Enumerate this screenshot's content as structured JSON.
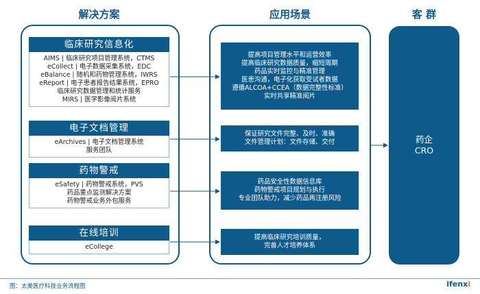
{
  "columns": {
    "solutions": "解决方案",
    "applications": "应用场景",
    "customers": "客 群"
  },
  "solutions": [
    {
      "title": "临床研究信息化",
      "lines": [
        "AIMS | 临床研究项目管理系统，CTMS",
        "eCollect | 电子数据采集系统，EDC",
        "eBalance | 随机和药物管理系统，IWRS",
        "eReport | 电子患者报告结果系统，EPRO",
        "临床研究数据管理和统计服务",
        "MIRS | 医学影像阅片系统"
      ]
    },
    {
      "title": "电子文档管理",
      "lines": [
        "eArchives | 电子文档管理系统",
        "服务团队"
      ]
    },
    {
      "title": "药物警戒",
      "lines": [
        "eSafety | 药物警戒系统，PVS",
        "药品重点监测解决方案",
        "药物警戒业务外包服务"
      ]
    },
    {
      "title": "在线培训",
      "lines": [
        "eCollege"
      ]
    }
  ],
  "applications": [
    {
      "lines": [
        "提高项目管理水平和运营效率",
        "提高临床研究数据质量，缩短周期",
        "药品实时监控与精准管理",
        "医患沟通，电子化获取受试者数据",
        "遵循ALCOA+CCEA（数据完整性标准）",
        "实时共享精准阅片"
      ]
    },
    {
      "lines": [
        "保证研究文件完整、及时、准确",
        "文件管理计划：文件存储、交付"
      ]
    },
    {
      "lines": [
        "药品安全性数据信息库",
        "药物警戒项目规划与执行",
        "专业团队助力，减少药品再注册风险"
      ]
    },
    {
      "lines": [
        "提高临床研究培训质量，",
        "完善人才培养体系"
      ]
    }
  ],
  "customers": {
    "lines": [
      "药企",
      "CRO"
    ]
  },
  "footer": {
    "caption": "图：太美医疗科技业务流程图",
    "brand_main": "ifenx",
    "brand_dot": "i"
  },
  "colors": {
    "primary": "#0e5a8a",
    "border_light": "#8fb3cc",
    "accent": "#e07b1a"
  }
}
